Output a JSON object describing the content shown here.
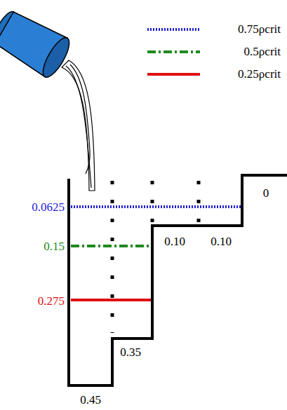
{
  "diagram": {
    "labels": [
      "0.0625",
      "0.15",
      "0.275",
      "0",
      "0.10",
      "0.10",
      "0.35",
      "0.45"
    ],
    "legend": [
      {
        "text": "0.75ρcrit"
      },
      {
        "text": "0.5ρcrit"
      },
      {
        "text": "0.25ρcrit"
      }
    ]
  }
}
